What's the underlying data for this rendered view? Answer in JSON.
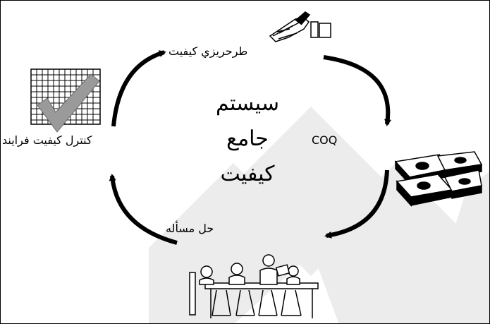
{
  "center_title": {
    "line1": "سيستم",
    "line2": "جامع",
    "line3": "كيفيت"
  },
  "labels": {
    "quality_planning": "طرحريزي كيفيت",
    "coq": "COQ",
    "problem_solving": "حل مسأله",
    "process_quality_control": "كنترل كيفيت فرايند"
  },
  "icons": [
    "writing-hand-icon",
    "money-stack-icon",
    "meeting-table-icon",
    "checkmark-grid-icon"
  ],
  "colors": {
    "arrow": "#000000",
    "watermark": "#ececec",
    "check": "#9a9a9a"
  }
}
